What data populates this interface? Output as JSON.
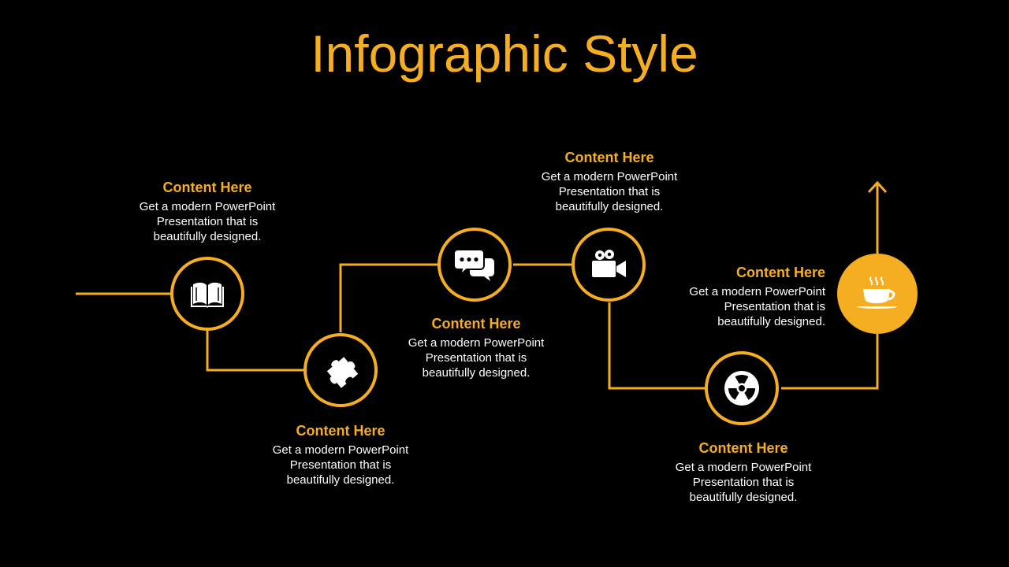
{
  "title": "Infographic Style",
  "accent_color": "#F5AE22",
  "steps": [
    {
      "heading": "Content Here",
      "line1": "Get a modern PowerPoint",
      "line2": "Presentation that is",
      "line3": "beautifully designed.",
      "icon": "book-icon"
    },
    {
      "heading": "Content Here",
      "line1": "Get a modern PowerPoint",
      "line2": "Presentation that is",
      "line3": "beautifully designed.",
      "icon": "puzzle-icon"
    },
    {
      "heading": "Content Here",
      "line1": "Get a modern PowerPoint",
      "line2": "Presentation that is",
      "line3": "beautifully designed.",
      "icon": "chat-icon"
    },
    {
      "heading": "Content Here",
      "line1": "Get a modern PowerPoint",
      "line2": "Presentation that is",
      "line3": "beautifully designed.",
      "icon": "video-camera-icon"
    },
    {
      "heading": "Content Here",
      "line1": "Get a modern PowerPoint",
      "line2": "Presentation that is",
      "line3": "beautifully designed.",
      "icon": "radiation-icon"
    },
    {
      "heading": "Content Here",
      "line1": "Get a modern PowerPoint",
      "line2": "Presentation that is",
      "line3": "beautifully designed.",
      "icon": "coffee-cup-icon"
    }
  ]
}
